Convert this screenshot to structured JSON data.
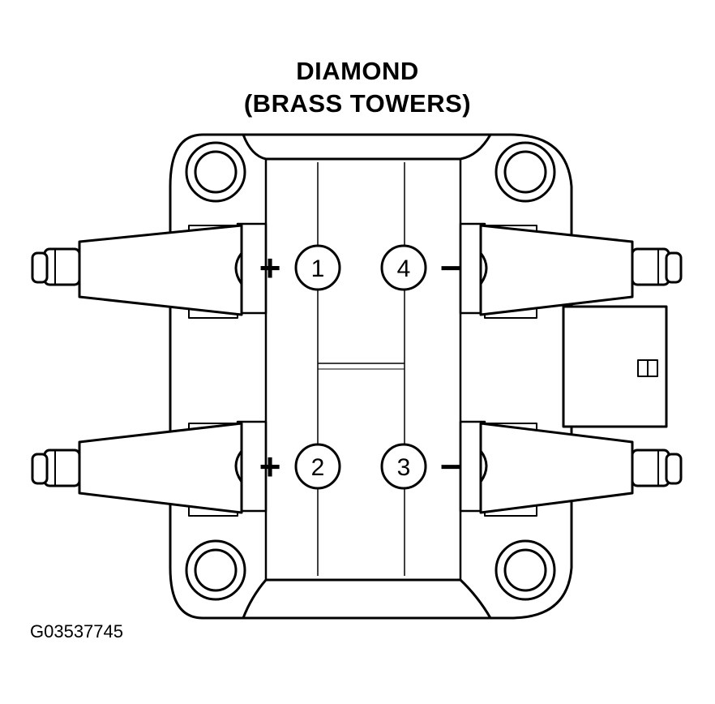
{
  "title": {
    "line1": "DIAMOND",
    "line2": "(BRASS TOWERS)"
  },
  "figure_id": "G03537745",
  "towers": [
    {
      "number": "1",
      "polarity": "+"
    },
    {
      "number": "4",
      "polarity": "−"
    },
    {
      "number": "2",
      "polarity": "+"
    },
    {
      "number": "3",
      "polarity": "−"
    }
  ],
  "colors": {
    "line": "#000000",
    "background": "#ffffff"
  }
}
